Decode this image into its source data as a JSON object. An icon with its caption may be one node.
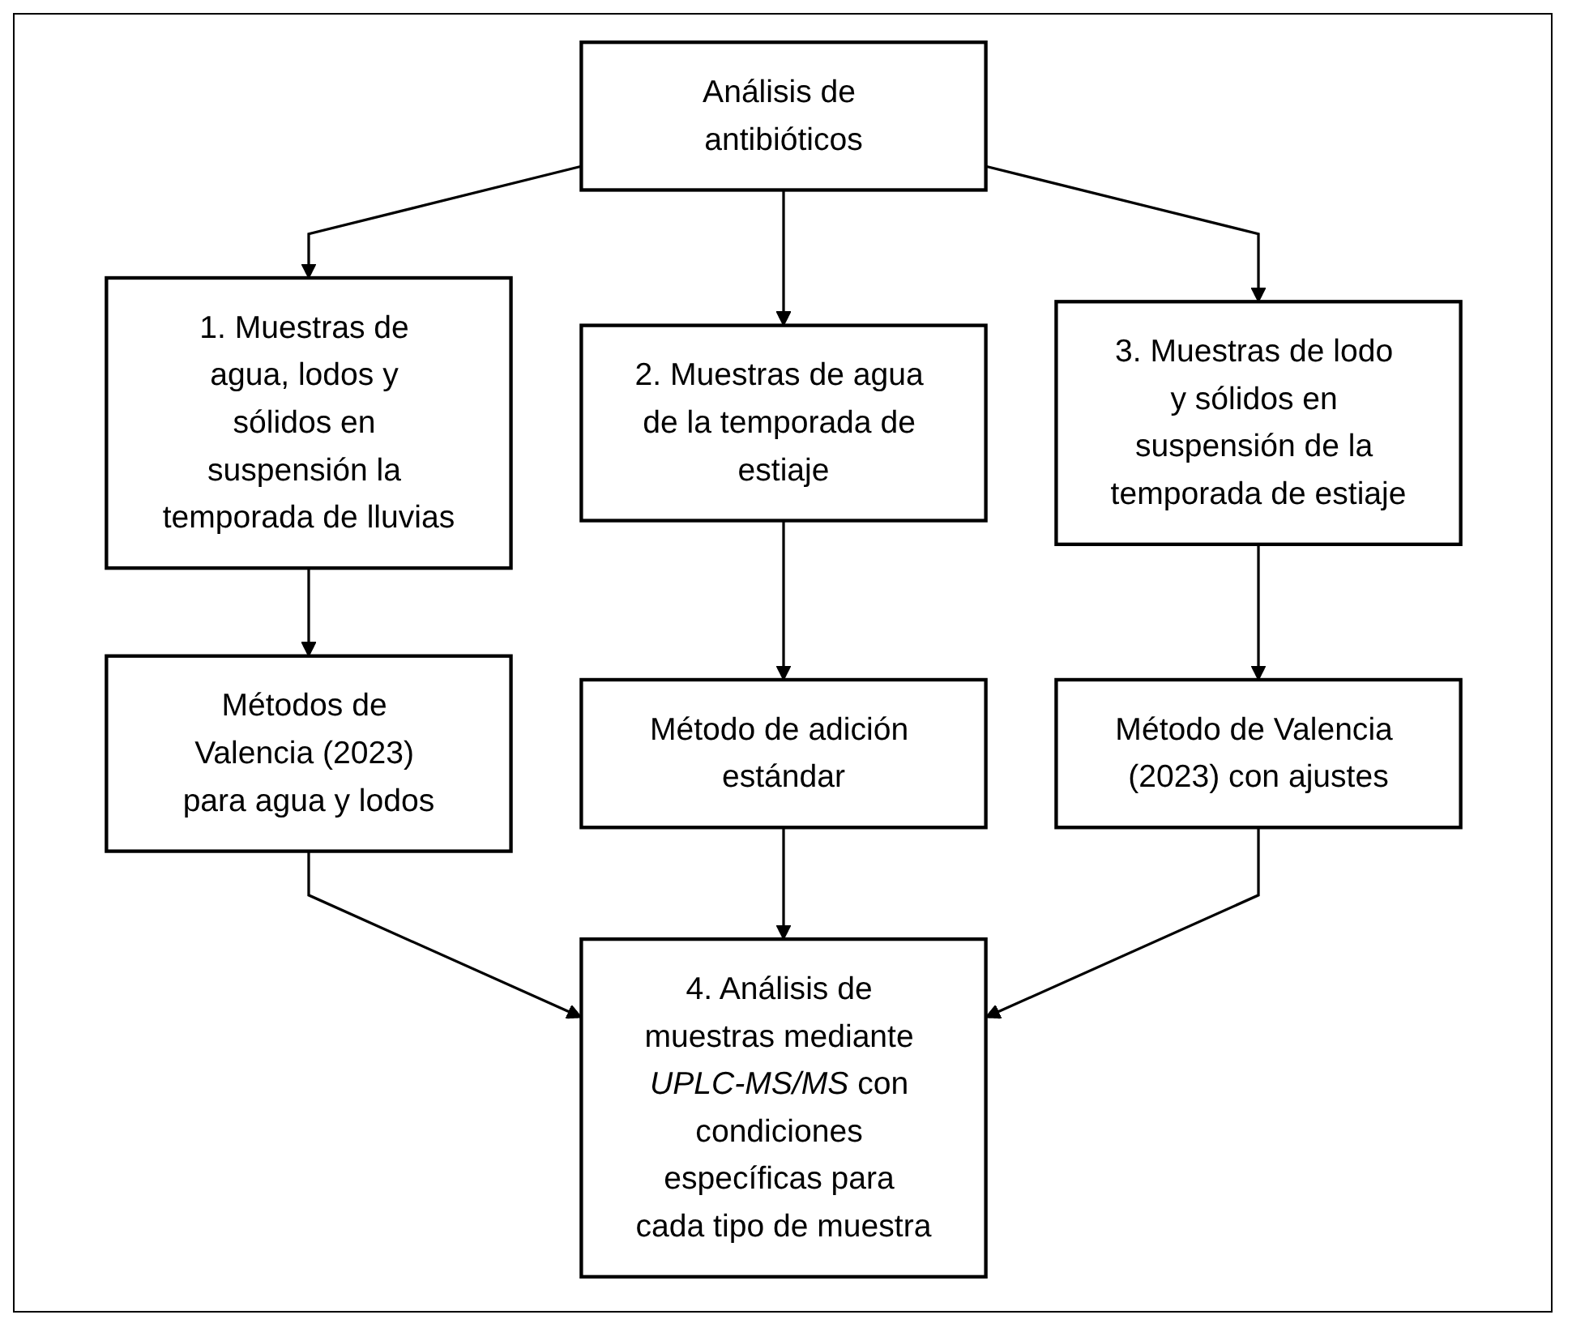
{
  "diagram": {
    "nodes": [
      {
        "text": [
          "Análisis de antibióticos"
        ]
      },
      {
        "text": [
          "1. Muestras de agua, lodos y sólidos en suspensión la temporada de lluvias"
        ]
      },
      {
        "text": [
          "2. Muestras de agua de la temporada de estiaje"
        ]
      },
      {
        "text": [
          "3. Muestras de lodo y sólidos en suspensión de la temporada de estiaje"
        ]
      },
      {
        "text": [
          "Métodos de Valencia (2023) para agua y lodos"
        ]
      },
      {
        "text": [
          "Método de adición estándar"
        ]
      },
      {
        "text": [
          "Método de Valencia (2023) con ajustes"
        ]
      },
      {
        "text": [
          "4. Análisis de muestras mediante *UPLC-MS/MS* con condiciones específicas para cada tipo de muestra"
        ]
      }
    ],
    "edges": [
      {
        "from": 0,
        "to": 1,
        "arrow": "to"
      },
      {
        "from": 0,
        "to": 2,
        "arrow": "to"
      },
      {
        "from": 0,
        "to": 3,
        "arrow": "to"
      },
      {
        "from": 1,
        "to": 4,
        "arrow": "to"
      },
      {
        "from": 2,
        "to": 5,
        "arrow": "to"
      },
      {
        "from": 3,
        "to": 6,
        "arrow": "to"
      },
      {
        "from": 4,
        "to": 7,
        "arrow": "to"
      },
      {
        "from": 5,
        "to": 7,
        "arrow": "to"
      },
      {
        "from": 6,
        "to": 7,
        "arrow": "to"
      }
    ]
  }
}
